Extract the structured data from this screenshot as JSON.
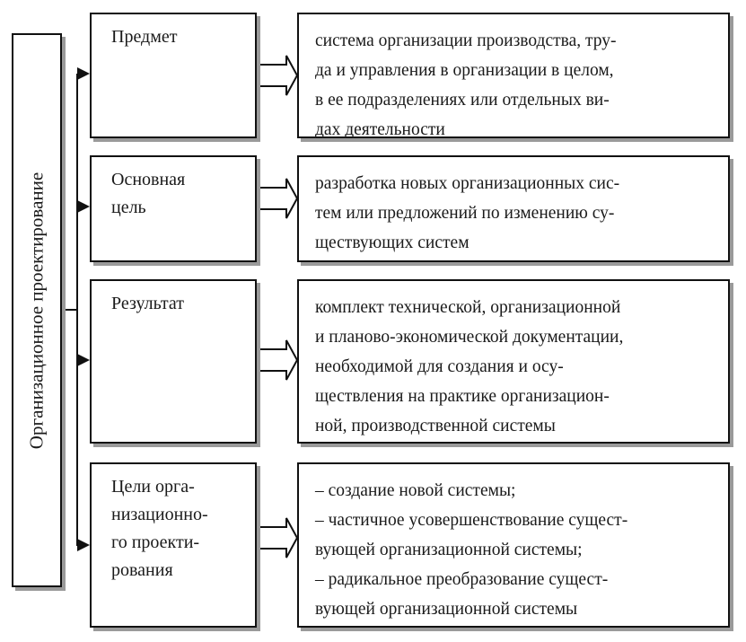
{
  "root": {
    "label": "Организационное проектирование"
  },
  "rows": [
    {
      "category": [
        "Предмет"
      ],
      "description": [
        "система организации производства, тру-",
        "да и управления в организации  в целом,",
        "в ее подразделениях или отдельных ви-",
        "дах деятельности"
      ]
    },
    {
      "category": [
        "Основная",
        "цель"
      ],
      "description": [
        "разработка новых организационных сис-",
        "тем или предложений по изменению су-",
        "ществующих систем"
      ]
    },
    {
      "category": [
        "Результат"
      ],
      "description": [
        "комплект технической, организационной",
        "и планово-экономической документации,",
        "необходимой для создания и осу-",
        "ществления на практике организацион-",
        "ной, производственной системы"
      ]
    },
    {
      "category": [
        "Цели орга-",
        "низационно-",
        "го проекти-",
        "рования"
      ],
      "description": [
        "– создание новой системы;",
        "– частичное усовершенствование сущест-",
        "вующей организационной системы;",
        "– радикальное преобразование сущест-",
        "вующей организационной системы"
      ]
    }
  ],
  "colors": {
    "stroke": "#111111",
    "shadow": "#9a9a9a",
    "fill": "#ffffff"
  }
}
